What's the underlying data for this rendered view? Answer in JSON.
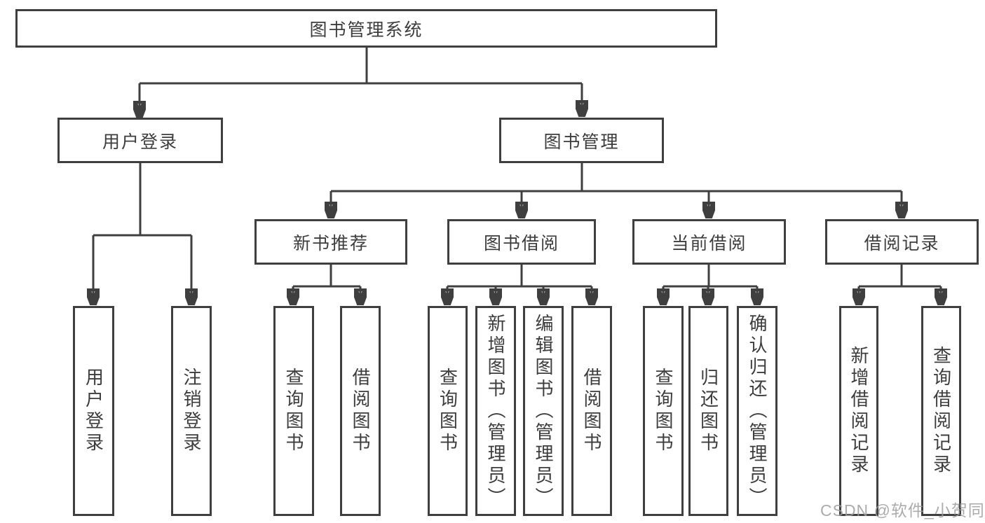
{
  "diagram": {
    "root": {
      "label": "图书管理系统"
    },
    "branches": [
      {
        "label": "用户登录",
        "children": [
          {
            "label": "用户登录"
          },
          {
            "label": "注销登录"
          }
        ]
      },
      {
        "label": "图书管理",
        "sections": [
          {
            "label": "新书推荐",
            "children": [
              {
                "label": "查询图书"
              },
              {
                "label": "借阅图书"
              }
            ]
          },
          {
            "label": "图书借阅",
            "children": [
              {
                "label": "查询图书"
              },
              {
                "label": "新增图书（管理员）"
              },
              {
                "label": "编辑图书（管理员）"
              },
              {
                "label": "借阅图书"
              }
            ]
          },
          {
            "label": "当前借阅",
            "children": [
              {
                "label": "查询图书"
              },
              {
                "label": "归还图书"
              },
              {
                "label": "确认归还（管理员）"
              }
            ]
          },
          {
            "label": "借阅记录",
            "children": [
              {
                "label": "新增借阅记录"
              },
              {
                "label": "查询借阅记录"
              }
            ]
          }
        ]
      }
    ]
  },
  "watermark": {
    "text": "CSDN @软件_小贺同学",
    "color": "#9e9e9e"
  },
  "colors": {
    "line": "#3f3f3f",
    "text": "#3d3d3d",
    "background": "#ffffff"
  }
}
